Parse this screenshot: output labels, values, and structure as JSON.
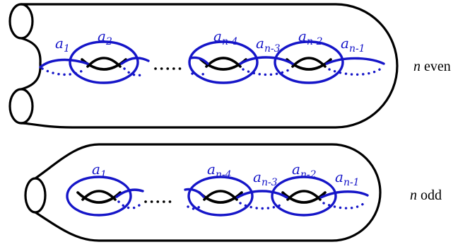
{
  "colors": {
    "curve": "#1515c8",
    "surface": "#000000"
  },
  "panels": [
    {
      "caption_var": "n",
      "caption_word": " even",
      "labels": [
        {
          "base": "a",
          "sub": "1"
        },
        {
          "base": "a",
          "sub": "2"
        },
        {
          "base": "a",
          "sub": "n-4"
        },
        {
          "base": "a",
          "sub": "n-3"
        },
        {
          "base": "a",
          "sub": "n-2"
        },
        {
          "base": "a",
          "sub": "n-1"
        }
      ]
    },
    {
      "caption_var": "n",
      "caption_word": " odd",
      "labels": [
        {
          "base": "a",
          "sub": "1"
        },
        {
          "base": "a",
          "sub": "n-4"
        },
        {
          "base": "a",
          "sub": "n-3"
        },
        {
          "base": "a",
          "sub": "n-2"
        },
        {
          "base": "a",
          "sub": "n-1"
        }
      ]
    }
  ]
}
